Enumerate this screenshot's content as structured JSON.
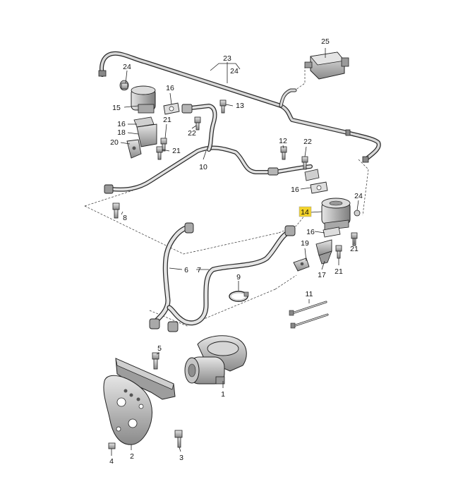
{
  "callouts": [
    {
      "id": "c25a",
      "text": "25"
    },
    {
      "id": "c23",
      "text": "23"
    },
    {
      "id": "c24a",
      "text": "24"
    },
    {
      "id": "c24b",
      "text": "24"
    },
    {
      "id": "c16a",
      "text": "16"
    },
    {
      "id": "c13",
      "text": "13"
    },
    {
      "id": "c15",
      "text": "15"
    },
    {
      "id": "c16b",
      "text": "16"
    },
    {
      "id": "c18",
      "text": "18"
    },
    {
      "id": "c21a",
      "text": "21"
    },
    {
      "id": "c22a",
      "text": "22"
    },
    {
      "id": "c20",
      "text": "20"
    },
    {
      "id": "c21b",
      "text": "21"
    },
    {
      "id": "c10",
      "text": "10"
    },
    {
      "id": "c12",
      "text": "12"
    },
    {
      "id": "c22b",
      "text": "22"
    },
    {
      "id": "c16c",
      "text": "16"
    },
    {
      "id": "c24c",
      "text": "24"
    },
    {
      "id": "c8",
      "text": "8"
    },
    {
      "id": "c14",
      "text": "14"
    },
    {
      "id": "c16d",
      "text": "16"
    },
    {
      "id": "c19",
      "text": "19"
    },
    {
      "id": "c21c",
      "text": "21"
    },
    {
      "id": "c17",
      "text": "17"
    },
    {
      "id": "c21d",
      "text": "21"
    },
    {
      "id": "c6",
      "text": "6"
    },
    {
      "id": "c7",
      "text": "7"
    },
    {
      "id": "c9",
      "text": "9"
    },
    {
      "id": "c11",
      "text": "11"
    },
    {
      "id": "c5",
      "text": "5"
    },
    {
      "id": "c1",
      "text": "1"
    },
    {
      "id": "c2",
      "text": "2"
    },
    {
      "id": "c3",
      "text": "3"
    },
    {
      "id": "c4",
      "text": "4"
    }
  ],
  "highlight_color": "#f3d32a",
  "line_color": "#222222",
  "part_fill": "#c9c9c9",
  "part_dark": "#7a7a7a"
}
